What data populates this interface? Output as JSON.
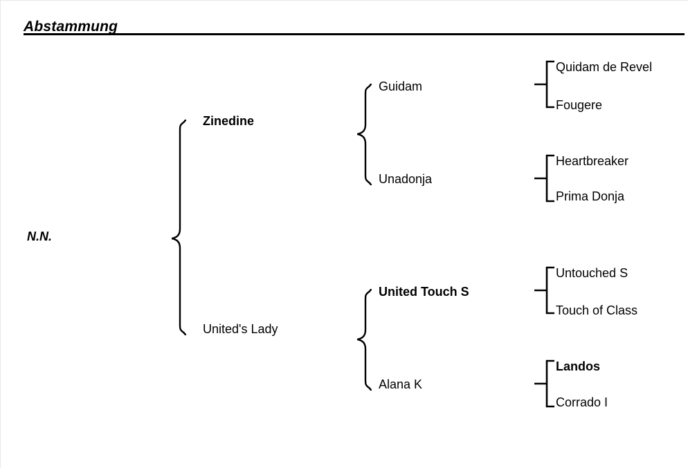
{
  "header": {
    "title": "Abstammung"
  },
  "colors": {
    "ink": "#000000",
    "page": "#ffffff",
    "page_border": "#e8e8e8"
  },
  "pedigree": {
    "type": "pedigree-tree",
    "generations": 4,
    "root": {
      "name": "N.N.",
      "emphasis": "bold-italic"
    },
    "generation_2": [
      {
        "name": "Zinedine",
        "emphasis": "bold",
        "role": "sire"
      },
      {
        "name": "United's Lady",
        "emphasis": "normal",
        "role": "dam"
      }
    ],
    "generation_3": [
      {
        "name": "Guidam",
        "emphasis": "normal",
        "parent": "Zinedine"
      },
      {
        "name": "Unadonja",
        "emphasis": "normal",
        "parent": "Zinedine"
      },
      {
        "name": "United Touch S",
        "emphasis": "bold",
        "parent": "United's Lady"
      },
      {
        "name": "Alana K",
        "emphasis": "normal",
        "parent": "United's Lady"
      }
    ],
    "generation_4": [
      {
        "name": "Quidam de Revel",
        "emphasis": "normal",
        "parent": "Guidam"
      },
      {
        "name": "Fougere",
        "emphasis": "normal",
        "parent": "Guidam"
      },
      {
        "name": "Heartbreaker",
        "emphasis": "normal",
        "parent": "Unadonja"
      },
      {
        "name": "Prima Donja",
        "emphasis": "normal",
        "parent": "Unadonja"
      },
      {
        "name": "Untouched S",
        "emphasis": "normal",
        "parent": "United Touch S"
      },
      {
        "name": "Touch of Class",
        "emphasis": "normal",
        "parent": "United Touch S"
      },
      {
        "name": "Landos",
        "emphasis": "bold",
        "parent": "Alana K"
      },
      {
        "name": "Corrado I",
        "emphasis": "normal",
        "parent": "Alana K"
      }
    ]
  }
}
